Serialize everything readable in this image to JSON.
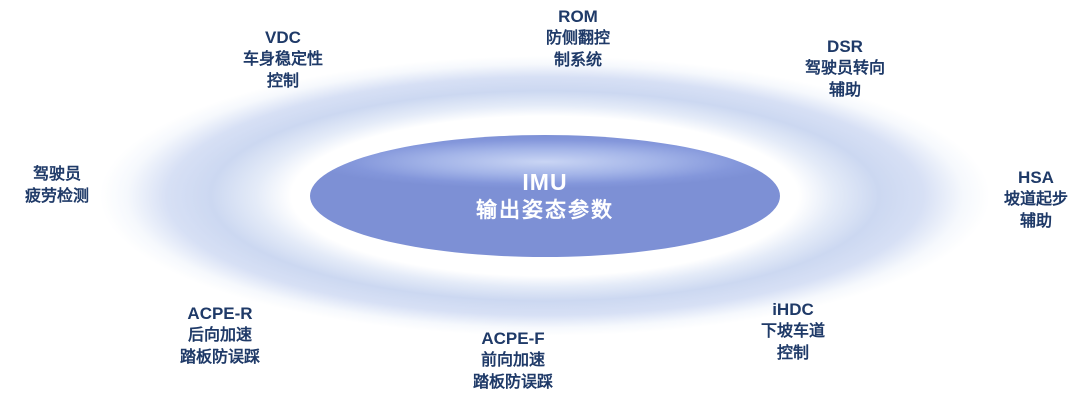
{
  "colors": {
    "label_text": "#1f3a68",
    "center_text": "#ffffff",
    "ring_pale_blue": "#ccd8f1",
    "ellipse_blue_top": "#c9d5f4",
    "ellipse_blue_bottom": "#7d90d5",
    "background": "#ffffff"
  },
  "center": {
    "line1": "IMU",
    "line2": "输出姿态参数"
  },
  "labels": {
    "vdc": {
      "lines": [
        "VDC",
        "车身稳定性",
        "控制"
      ]
    },
    "rom": {
      "lines": [
        "ROM",
        "防侧翻控",
        "制系统"
      ]
    },
    "dsr": {
      "lines": [
        "DSR",
        "驾驶员转向",
        "辅助"
      ]
    },
    "fatigue": {
      "lines": [
        "驾驶员",
        "疲劳检测"
      ]
    },
    "hsa": {
      "lines": [
        "HSA",
        "坡道起步",
        "辅助"
      ]
    },
    "acpe_r": {
      "lines": [
        "ACPE-R",
        "后向加速",
        "踏板防误踩"
      ]
    },
    "acpe_f": {
      "lines": [
        "ACPE-F",
        "前向加速",
        "踏板防误踩"
      ]
    },
    "ihdc": {
      "lines": [
        "iHDC",
        "下坡车道",
        "控制"
      ]
    }
  }
}
